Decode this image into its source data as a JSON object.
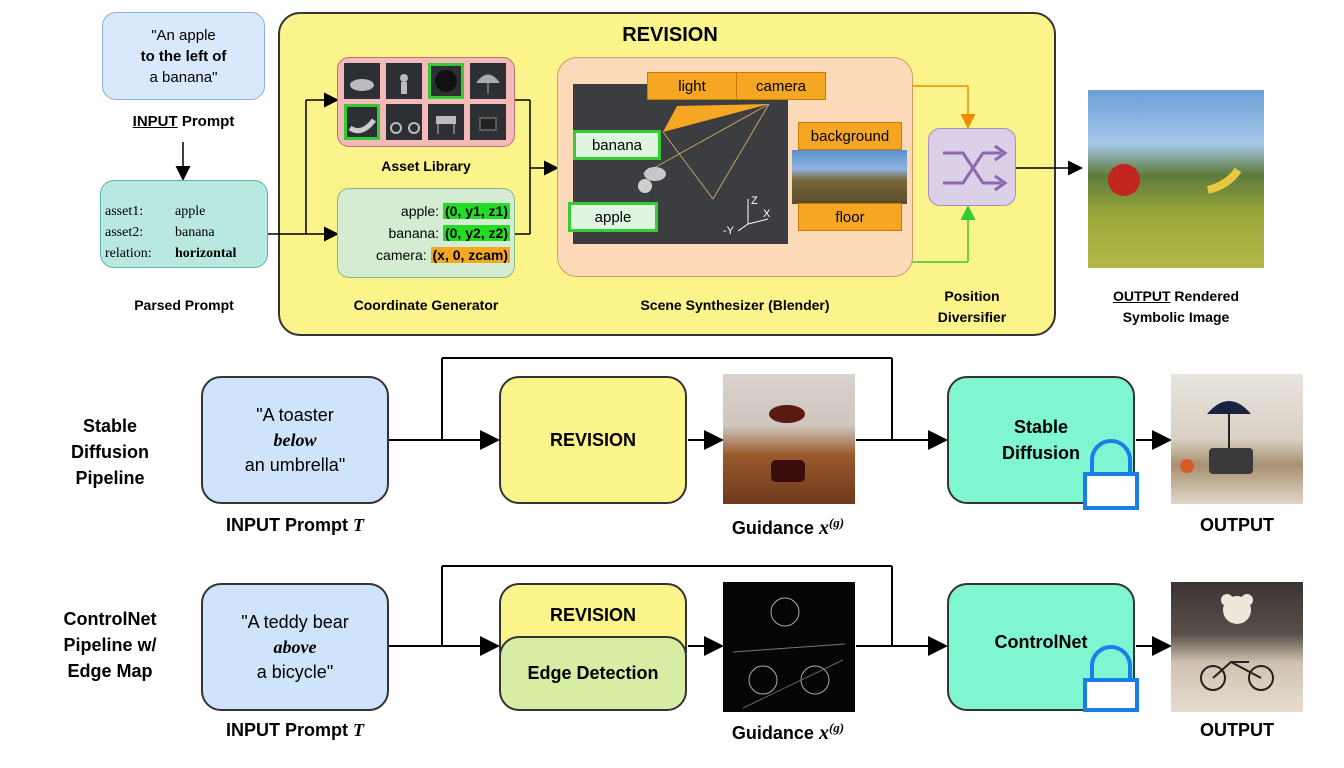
{
  "top": {
    "input_prompt": {
      "line1": "\"An apple",
      "line2": "to the left of",
      "line3": "a banana\""
    },
    "input_label": {
      "underlined": "INPUT",
      "rest": " Prompt"
    },
    "parsed": {
      "rows": [
        {
          "key": "asset1:",
          "val": "apple"
        },
        {
          "key": "asset2:",
          "val": "banana"
        },
        {
          "key": "relation:",
          "val": "horizontal"
        }
      ],
      "label": "Parsed Prompt"
    },
    "revision_title": "REVISION",
    "asset_library_label": "Asset Library",
    "coordinate_generator": {
      "label": "Coordinate Generator",
      "rows": [
        {
          "name": "apple:",
          "value": "(0, y1, z1)"
        },
        {
          "name": "banana:",
          "value": "(0, y2, z2)"
        },
        {
          "name": "camera:",
          "value": "(x, 0, zcam)"
        }
      ]
    },
    "scene": {
      "label": "Scene Synthesizer (Blender)",
      "light": "light",
      "camera": "camera",
      "background": "background",
      "floor": "floor",
      "banana": "banana",
      "apple": "apple",
      "axes": {
        "z": "Z",
        "y": "-Y",
        "x": "X"
      }
    },
    "position_diversifier": {
      "line1": "Position",
      "line2": "Diversifier"
    },
    "output_label": {
      "underlined": "OUTPUT",
      "rest": " Rendered",
      "line2": "Symbolic Image"
    }
  },
  "pipelines": [
    {
      "name_lines": [
        "Stable",
        "Diffusion",
        "Pipeline"
      ],
      "prompt_lines": [
        "\"A toaster",
        "below",
        "an umbrella\""
      ],
      "input_label": "INPUT Prompt",
      "input_symbol": "T",
      "middle": [
        "REVISION"
      ],
      "guidance_label": "Guidance",
      "guidance_symbol": "x",
      "guidance_sup": "(g)",
      "model": [
        "Stable",
        "Diffusion"
      ],
      "output_label": "OUTPUT"
    },
    {
      "name_lines": [
        "ControlNet",
        "Pipeline w/",
        "Edge Map"
      ],
      "prompt_lines": [
        "\"A teddy bear",
        "above",
        "a bicycle\""
      ],
      "input_label": "INPUT Prompt",
      "input_symbol": "T",
      "middle": [
        "REVISION",
        "Edge Detection"
      ],
      "guidance_label": "Guidance",
      "guidance_symbol": "x",
      "guidance_sup": "(g)",
      "model": [
        "ControlNet"
      ],
      "output_label": "OUTPUT"
    }
  ],
  "colors": {
    "revision_yellow": "#fbf48a",
    "prompt_blue": "#cfe3fb",
    "parsed_teal": "#b8e8e0",
    "model_green": "#7ff5d2",
    "edge_green": "#d7eda3",
    "orange": "#f5a623",
    "bright_green": "#22dd22",
    "lock_blue": "#1a7ee8"
  }
}
